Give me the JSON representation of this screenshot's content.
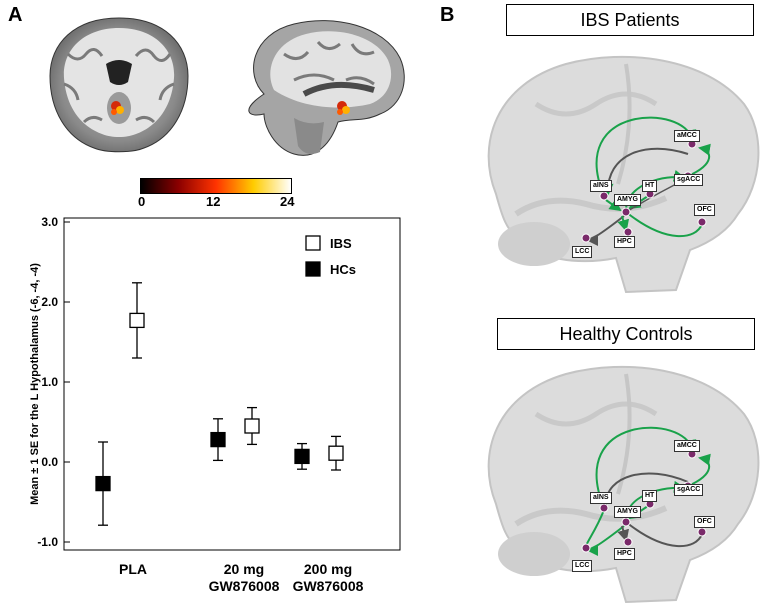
{
  "panel_a": {
    "letter": "A",
    "colorbar": {
      "min_label": "0",
      "mid_label": "12",
      "max_label": "24",
      "colors": [
        "#000000",
        "#8b0000",
        "#ff3300",
        "#ffcc00",
        "#ffffff"
      ]
    }
  },
  "panel_b": {
    "letter": "B",
    "ibs_title": "IBS Patients",
    "hc_title": "Healthy Controls",
    "regions": [
      "aMCC",
      "aINS",
      "HT",
      "sgACC",
      "AMYG",
      "OFC",
      "LCC",
      "HPC"
    ],
    "colors": {
      "positive_link": "#19a24a",
      "negative_link": "#555555",
      "node": "#7a2a6a"
    }
  },
  "chart_data": {
    "type": "scatter",
    "ylabel": "Mean ± 1 SE for the L Hypothalamus (-6, -4, -4)",
    "categories": [
      "PLA",
      "20 mg\nGW876008",
      "200 mg\nGW876008"
    ],
    "category_lines": [
      [
        "PLA"
      ],
      [
        "20 mg",
        "GW876008"
      ],
      [
        "200 mg",
        "GW876008"
      ]
    ],
    "yticks": [
      "3.0",
      "2.0",
      "1.0",
      "0.0",
      "-1.0"
    ],
    "ylim": [
      -1.1,
      3.05
    ],
    "series": [
      {
        "name": "HCs",
        "fill": "#000000",
        "values": [
          -0.27,
          0.28,
          0.07
        ],
        "err": [
          0.52,
          0.26,
          0.16
        ]
      },
      {
        "name": "IBS",
        "fill": "#ffffff",
        "values": [
          1.77,
          0.45,
          0.11
        ],
        "err": [
          0.47,
          0.23,
          0.21
        ]
      }
    ]
  }
}
